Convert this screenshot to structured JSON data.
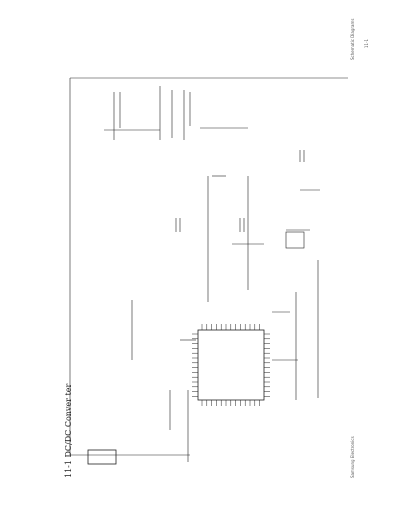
{
  "page": {
    "header_label": "Schematic Diagrams",
    "page_number": "11-1",
    "section_title": "11-1  DC/DC Conver    ter",
    "footer_label": "Samsung Electronics",
    "corner_label": "11-1"
  }
}
